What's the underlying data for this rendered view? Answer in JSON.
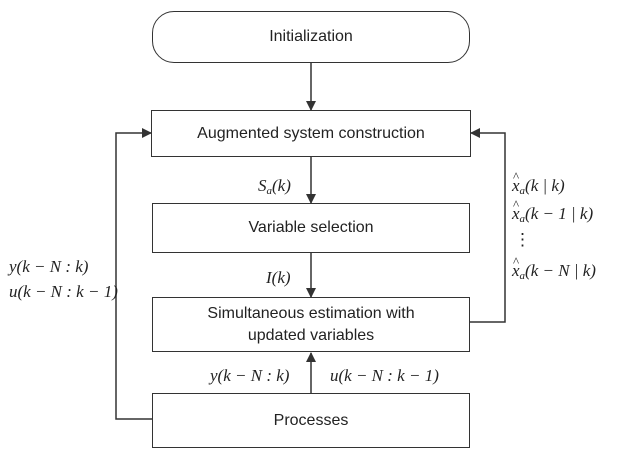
{
  "nodes": {
    "initialization": "Initialization",
    "augmented": "Augmented system construction",
    "variable_selection": "Variable selection",
    "estimation_line1": "Simultaneous estimation with",
    "estimation_line2": "updated variables",
    "processes": "Processes"
  },
  "edge_labels": {
    "sa": {
      "base": "S",
      "sub": "a",
      "arg": "(k)"
    },
    "ik": "I(k)",
    "y_mid": "y(k − N : k)",
    "u_mid": "u(k − N : k − 1)",
    "y_left": "y(k − N : k)",
    "u_left": "u(k − N : k − 1)",
    "xhat": [
      {
        "base": "x",
        "sub": "a",
        "arg": "(k | k)"
      },
      {
        "base": "x",
        "sub": "a",
        "arg": "(k − 1 | k)"
      },
      {
        "base": "x",
        "sub": "a",
        "arg": "(k − N | k)"
      }
    ],
    "vdots": "⋮"
  },
  "colors": {
    "stroke": "#333333",
    "text": "#222222",
    "background": "#ffffff"
  }
}
